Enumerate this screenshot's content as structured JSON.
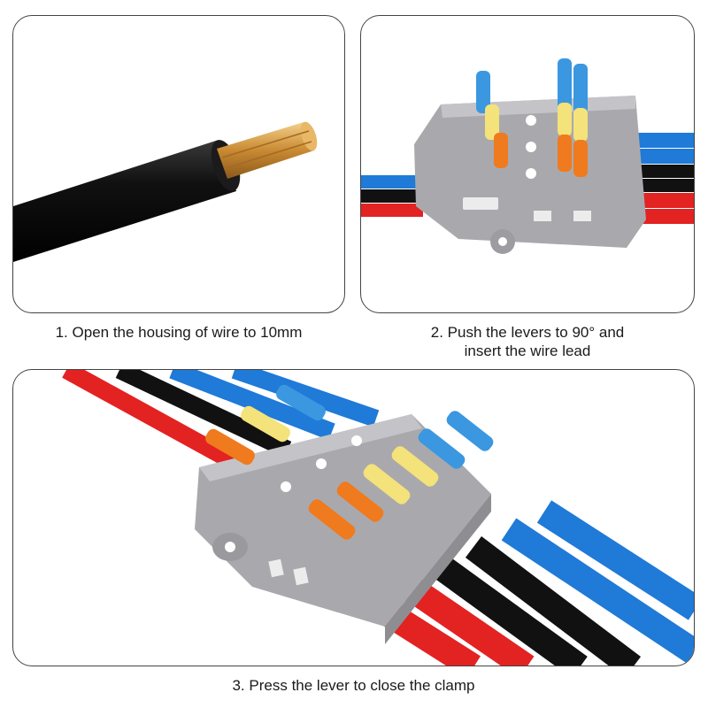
{
  "steps": [
    {
      "number": "1.",
      "text": "Open the housing of wire to 10mm",
      "line2": ""
    },
    {
      "number": "2.",
      "text": "Push the levers to 90° and",
      "line2": "insert the wire lead"
    },
    {
      "number": "3.",
      "text": "Press the lever to close the clamp",
      "line2": ""
    }
  ],
  "colors": {
    "wire_red": "#e32222",
    "wire_black": "#111111",
    "wire_blue": "#1f7ad8",
    "copper": "#d9a24c",
    "housing": "#a9a9ad",
    "lever_blue": "#3b97e0",
    "lever_yellow": "#f4e27a",
    "lever_orange": "#f07a1e"
  }
}
